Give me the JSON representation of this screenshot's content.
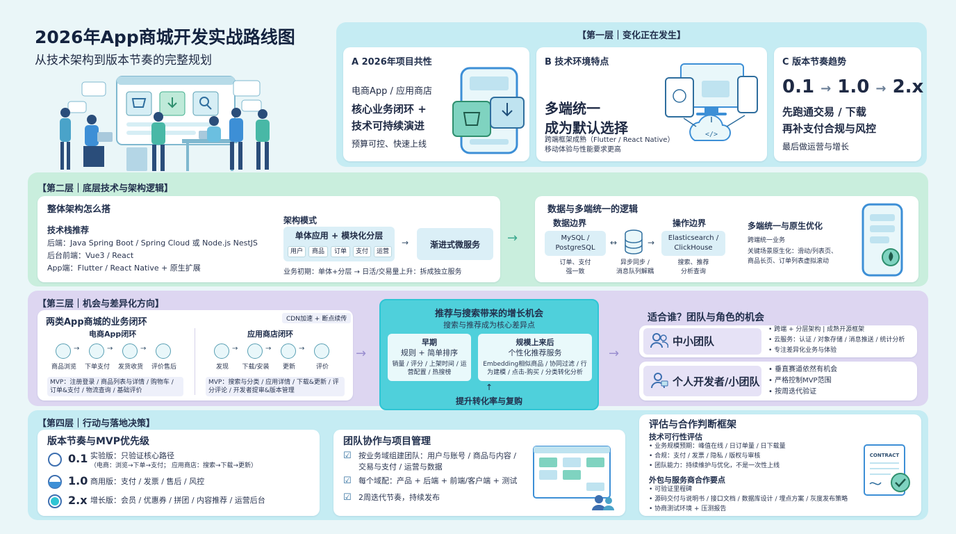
{
  "header": {
    "title": "2026年App商城开发实战路线图",
    "subtitle": "从技术架构到版本节奏的完整规划"
  },
  "layer1": {
    "heading": "【第一层｜变化正在发生】",
    "a": {
      "title": "A 2026年项目共性",
      "line1": "电商App / 应用商店",
      "line2": "核心业务闭环 +",
      "line3": "技术可持续演进",
      "line4": "预算可控、快速上线"
    },
    "b": {
      "title": "B 技术环境特点",
      "big1": "多端统一",
      "big2": "成为默认选择",
      "small1": "跨端框架成熟（Flutter / React Native）",
      "small2": "移动体验与性能要求更高"
    },
    "c": {
      "title": "C 版本节奏趋势",
      "v1": "0.1",
      "v2": "1.0",
      "v3": "2.x",
      "line1": "先跑通交易 / 下载",
      "line2": "再补支付合规与风控",
      "line3": "最后做运营与增长"
    }
  },
  "layer2": {
    "heading": "【第二层｜底层技术与架构逻辑】",
    "arch": {
      "title": "整体架构怎么搭",
      "stack_title": "技术栈推荐",
      "stack1": "后端：Java Spring Boot / Spring Cloud 或 Node.js NestJS",
      "stack2": "后台前端：Vue3 / React",
      "stack3": "App端：Flutter / React Native + 原生扩展",
      "mode_title": "架构模式",
      "mono": "单体应用 + 模块化分层",
      "modules": [
        "用户",
        "商品",
        "订单",
        "支付",
        "运营"
      ],
      "micro": "渐进式微服务",
      "split": "业务初期：单体+分层 → 日活/交易量上升：拆成独立服务"
    },
    "data": {
      "title": "数据与多端统一的逻辑",
      "db_title": "数据边界",
      "db_box": "MySQL / PostgreSQL",
      "db_note1": "订单、支付",
      "db_note2": "强一致",
      "sync1": "异步同步 /",
      "sync2": "消息队列解耦",
      "ops_title": "操作边界",
      "ops_box": "Elasticsearch / ClickHouse",
      "ops_note1": "搜索、推荐",
      "ops_note2": "分析查询",
      "multi_title": "多端统一与原生优化",
      "multi1": "跨端统一业务",
      "multi2": "关键场景原生化：滑动/列表页、",
      "multi3": "商品长页、订单列表虚拟滚动"
    }
  },
  "layer3": {
    "heading": "【第三层｜机会与差异化方向】",
    "loops": {
      "title": "两类App商城的业务闭环",
      "cdn": "CDN加速 + 断点续传",
      "ecom_title": "电商App闭环",
      "ecom_steps": [
        "商品浏览",
        "下单支付",
        "发货收货",
        "评价售后"
      ],
      "ecom_mvp": "MVP：注册登录 / 商品列表与详情 / 购物车 / 订单&支付 / 物流查询 / 基础评价",
      "store_title": "应用商店闭环",
      "store_steps": [
        "发现",
        "下载/安装",
        "更新",
        "评价"
      ],
      "store_mvp": "MVP：搜索与分类 / 应用详情 / 下载&更新 / 评分评论 / 开发者提审&版本管理"
    },
    "growth": {
      "title": "推荐与搜索带来的增长机会",
      "subtitle": "搜索与推荐成为核心差异点",
      "early_title": "早期",
      "early_sub": "规则 + 简单排序",
      "early_note": "销量 / 评分 / 上架时间 / 运营配置 / 热搜榜",
      "scale_title": "规模上来后",
      "scale_sub": "个性化推荐服务",
      "scale_note": "Embedding相似商品 / 协同过滤 / 行为建模 / 点击-购买 / 分类转化分析",
      "footer": "提升转化率与复购"
    },
    "fit": {
      "title": "适合谁？团队与角色的机会",
      "team": "中小团队",
      "team1": "• 跨端 + 分层架构 | 成熟开源框架",
      "team2": "• 云服务：认证 / 对象存储 / 消息推送 / 统计分析",
      "team3": "• 专注差异化业务与体验",
      "solo": "个人开发者/小团队",
      "solo1": "• 垂直赛道依然有机会",
      "solo2": "• 严格控制MVP范围",
      "solo3": "• 按周迭代验证"
    }
  },
  "layer4": {
    "heading": "【第四层｜行动与落地决策】",
    "versions": {
      "title": "版本节奏与MVP优先级",
      "items": [
        {
          "ver": "0.1",
          "label": "实验版：只验证核心路径",
          "note": "（电商：浏览→下单→支付；  应用商店：搜索→下载→更新）",
          "fill": 0
        },
        {
          "ver": "1.0",
          "label": "商用版：支付 / 发票 / 售后 / 风控",
          "note": "",
          "fill": 0.5
        },
        {
          "ver": "2.x",
          "label": "增长版：会员 / 优惠券 / 拼团 / 内容推荐 / 运营后台",
          "note": "",
          "fill": 1
        }
      ]
    },
    "team": {
      "title": "团队协作与项目管理",
      "item1a": "按业务域组建团队：用户与账号 / 商品与内容 /",
      "item1b": "交易与支付 / 运营与数据",
      "item2": "每个域配：产品 + 后端 + 前端/客户端 + 测试",
      "item3": "2周迭代节奏，持续发布"
    },
    "eval": {
      "title": "评估与合作判断框架",
      "tech_title": "技术可行性评估",
      "tech1": "• 业务规模预期：峰值在线 / 日订单量 / 日下载量",
      "tech2": "• 合规：支付 / 发票 / 隐私 / 版权与审核",
      "tech3": "• 团队能力：持续维护与优化，不是一次性上线",
      "out_title": "外包与服务商合作要点",
      "out1": "• 可验证里程碑",
      "out2": "• 源码交付与说明书 / 接口文档 / 数据库设计 / 埋点方案 / 灰度发布策略",
      "out3": "• 协商测试环境 + 压测报告",
      "contract": "CONTRACT"
    }
  },
  "colors": {
    "layer1_bg": "#c5ecf3",
    "layer2_bg": "#c9eedd",
    "layer3_bg": "#ddd6f1",
    "layer4_bg": "#c5ecf3",
    "accent_teal": "#2fc5d4",
    "accent_blue": "#3d8fd6"
  }
}
